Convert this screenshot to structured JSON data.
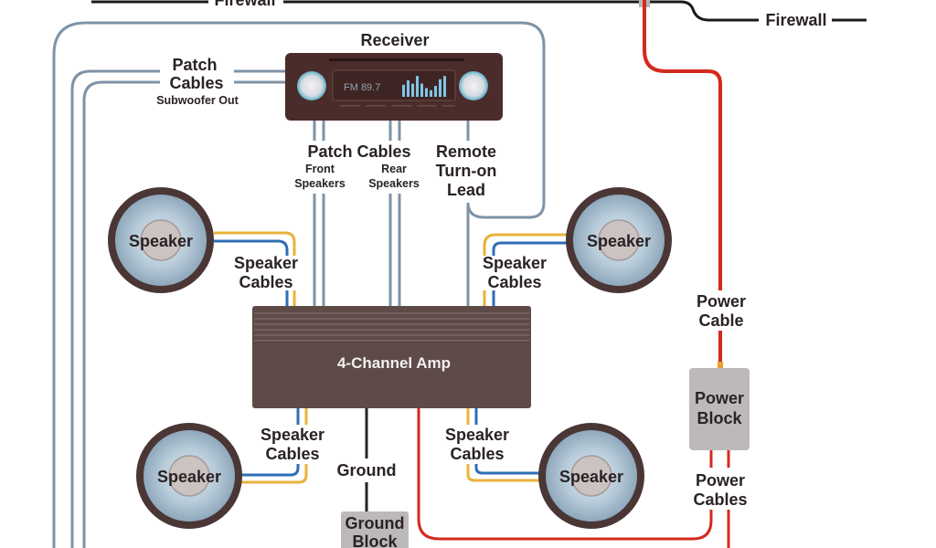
{
  "firewall": {
    "label_top": "Firewall",
    "label_right": "Firewall"
  },
  "receiver": {
    "title": "Receiver",
    "display": "FM 89.7",
    "eq_levels": [
      0.55,
      0.75,
      0.6,
      0.95,
      0.6,
      0.4,
      0.3,
      0.5,
      0.8,
      0.95
    ]
  },
  "labels": {
    "patch_sub_title_1": "Patch",
    "patch_sub_title_2": "Cables",
    "patch_sub_sub": "Subwoofer Out",
    "patch_cables": "Patch Cables",
    "front_1": "Front",
    "front_2": "Speakers",
    "rear_1": "Rear",
    "rear_2": "Speakers",
    "remote_1": "Remote",
    "remote_2": "Turn-on",
    "remote_3": "Lead",
    "speaker_cables_1": "Speaker",
    "speaker_cables_2": "Cables",
    "power_cable_1": "Power",
    "power_cable_2": "Cable",
    "power_cables_1": "Power",
    "power_cables_2": "Cables",
    "ground": "Ground"
  },
  "amp": {
    "label": "4-Channel Amp"
  },
  "power_block": {
    "line1": "Power",
    "line2": "Block"
  },
  "ground_block": {
    "line1": "Ground",
    "line2": "Block"
  },
  "speakers": [
    {
      "id": "front-left",
      "label": "Speaker"
    },
    {
      "id": "front-right",
      "label": "Speaker"
    },
    {
      "id": "rear-left",
      "label": "Speaker"
    },
    {
      "id": "rear-right",
      "label": "Speaker"
    }
  ],
  "colors": {
    "patch_cable": "#7f93a6",
    "speaker_pos": "#e8b33a",
    "speaker_neg": "#2f6eb5",
    "power": "#d42a1e",
    "ground": "#2a2224",
    "device_brown": "#5e4a47",
    "receiver_brown": "#4a2c2a",
    "block_gray": "#bdb9ba"
  }
}
